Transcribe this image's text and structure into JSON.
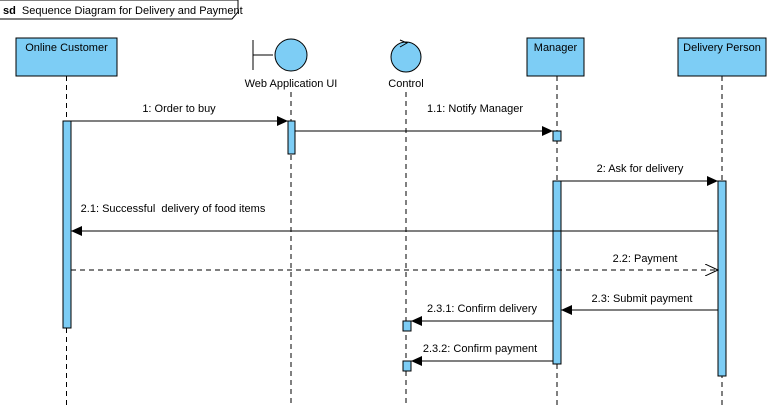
{
  "frame": {
    "keyword": "sd",
    "title": "Sequence Diagram for Delivery and Payment"
  },
  "lifelines": {
    "customer": {
      "label": "Online Customer",
      "kind": "box"
    },
    "ui": {
      "label": "Web Application UI",
      "kind": "boundary"
    },
    "control": {
      "label": "Control",
      "kind": "control"
    },
    "manager": {
      "label": "Manager",
      "kind": "box"
    },
    "delivery": {
      "label": "Delivery Person",
      "kind": "box"
    }
  },
  "messages": [
    {
      "id": "m1",
      "label": "1: Order to buy",
      "from": "customer",
      "to": "ui",
      "style": "sync"
    },
    {
      "id": "m11",
      "label": "1.1: Notify Manager",
      "from": "ui",
      "to": "manager",
      "style": "sync"
    },
    {
      "id": "m2",
      "label": "2: Ask for delivery",
      "from": "manager",
      "to": "delivery",
      "style": "sync"
    },
    {
      "id": "m21",
      "label": "2.1: Successful  delivery of food items",
      "from": "delivery",
      "to": "customer",
      "style": "sync"
    },
    {
      "id": "m22",
      "label": "2.2: Payment",
      "from": "customer",
      "to": "delivery",
      "style": "async-dashed"
    },
    {
      "id": "m23",
      "label": "2.3: Submit payment",
      "from": "delivery",
      "to": "manager",
      "style": "sync"
    },
    {
      "id": "m231",
      "label": "2.3.1: Confirm delivery",
      "from": "manager",
      "to": "control",
      "style": "sync"
    },
    {
      "id": "m232",
      "label": "2.3.2: Confirm payment",
      "from": "manager",
      "to": "control",
      "style": "sync"
    }
  ],
  "colors": {
    "lifeline_fill": "#7DCDF5",
    "stroke": "#000000",
    "background": "#FFFFFF"
  }
}
